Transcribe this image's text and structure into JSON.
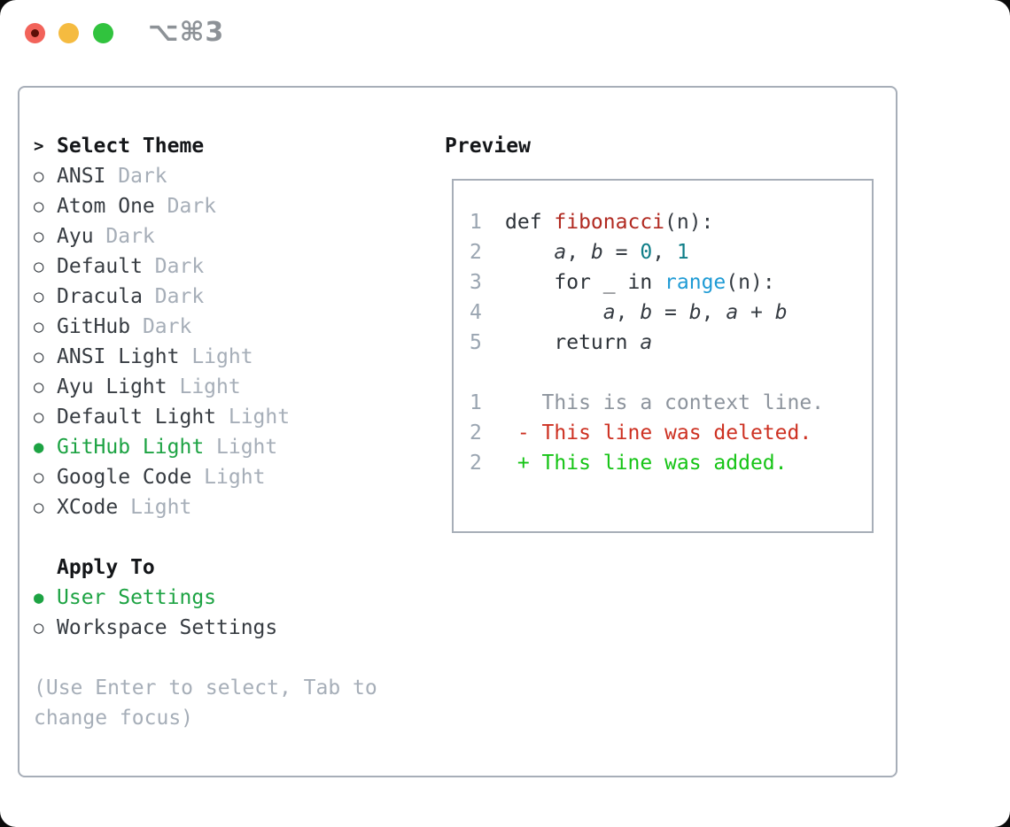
{
  "window": {
    "title": "⌥⌘3",
    "traffic_lights": [
      {
        "name": "close",
        "color": "#f2635a",
        "dot": "#5c1007"
      },
      {
        "name": "minimize",
        "color": "#f5bb40"
      },
      {
        "name": "zoom",
        "color": "#31c33e"
      }
    ]
  },
  "glyphs": {
    "prompt": ">",
    "selected_bullet": "●",
    "unselected_bullet": "○"
  },
  "theme_panel": {
    "header": "Select Theme",
    "themes": [
      {
        "name": "ANSI",
        "variant": "Dark",
        "selected": false
      },
      {
        "name": "Atom One",
        "variant": "Dark",
        "selected": false
      },
      {
        "name": "Ayu",
        "variant": "Dark",
        "selected": false
      },
      {
        "name": "Default",
        "variant": "Dark",
        "selected": false
      },
      {
        "name": "Dracula",
        "variant": "Dark",
        "selected": false
      },
      {
        "name": "GitHub",
        "variant": "Dark",
        "selected": false
      },
      {
        "name": "ANSI Light",
        "variant": "Light",
        "selected": false
      },
      {
        "name": "Ayu Light",
        "variant": "Light",
        "selected": false
      },
      {
        "name": "Default Light",
        "variant": "Light",
        "selected": false
      },
      {
        "name": "GitHub Light",
        "variant": "Light",
        "selected": true
      },
      {
        "name": "Google Code",
        "variant": "Light",
        "selected": false
      },
      {
        "name": "XCode",
        "variant": "Light",
        "selected": false
      }
    ],
    "apply_to": {
      "header": "Apply To",
      "options": [
        {
          "name": "User Settings",
          "selected": true
        },
        {
          "name": "Workspace Settings",
          "selected": false
        }
      ]
    },
    "hint": "(Use Enter to select, Tab to change focus)"
  },
  "preview": {
    "header": "Preview",
    "code_lines": [
      {
        "num": "1",
        "segs": [
          {
            "t": "def ",
            "c": "k"
          },
          {
            "t": "fibonacci",
            "c": "f"
          },
          {
            "t": "(n):",
            "c": "p"
          }
        ]
      },
      {
        "num": "2",
        "segs": [
          {
            "t": "    ",
            "c": "p"
          },
          {
            "t": "a",
            "c": "v"
          },
          {
            "t": ", ",
            "c": "p"
          },
          {
            "t": "b",
            "c": "v"
          },
          {
            "t": " = ",
            "c": "p"
          },
          {
            "t": "0",
            "c": "n"
          },
          {
            "t": ", ",
            "c": "p"
          },
          {
            "t": "1",
            "c": "n"
          }
        ]
      },
      {
        "num": "3",
        "segs": [
          {
            "t": "    ",
            "c": "p"
          },
          {
            "t": "for",
            "c": "k"
          },
          {
            "t": " _ ",
            "c": "p"
          },
          {
            "t": "in",
            "c": "k"
          },
          {
            "t": " ",
            "c": "p"
          },
          {
            "t": "range",
            "c": "b"
          },
          {
            "t": "(n):",
            "c": "p"
          }
        ]
      },
      {
        "num": "4",
        "segs": [
          {
            "t": "        ",
            "c": "p"
          },
          {
            "t": "a",
            "c": "v"
          },
          {
            "t": ", ",
            "c": "p"
          },
          {
            "t": "b",
            "c": "v"
          },
          {
            "t": " = ",
            "c": "p"
          },
          {
            "t": "b",
            "c": "v"
          },
          {
            "t": ", ",
            "c": "p"
          },
          {
            "t": "a",
            "c": "v"
          },
          {
            "t": " + ",
            "c": "p"
          },
          {
            "t": "b",
            "c": "v"
          }
        ]
      },
      {
        "num": "5",
        "segs": [
          {
            "t": "    ",
            "c": "p"
          },
          {
            "t": "return",
            "c": "k"
          },
          {
            "t": " ",
            "c": "p"
          },
          {
            "t": "a",
            "c": "v"
          }
        ]
      }
    ],
    "diff_lines": [
      {
        "num": "1",
        "segs": [
          {
            "t": "   This is a context line.",
            "c": "ctx"
          }
        ]
      },
      {
        "num": "2",
        "segs": [
          {
            "t": " - This line was deleted.",
            "c": "del"
          }
        ]
      },
      {
        "num": "2",
        "segs": [
          {
            "t": " + This line was added.",
            "c": "add"
          }
        ]
      }
    ]
  },
  "colors": {
    "header_text": "#141619",
    "item_text": "#373c42",
    "muted_gray": "#a6aeb8",
    "selected_green": "#1da343",
    "title_gray": "#8d9297",
    "border_gray": "#a7aeb8",
    "code_plain": "#353b42",
    "code_keyword": "#2c3238",
    "code_function_red": "#b12a21",
    "code_number_teal": "#0f7e88",
    "code_builtin_blue": "#1f9bd5",
    "line_number": "#9aa5b1",
    "diff_context": "#8d949d",
    "diff_deleted": "#cd3122",
    "diff_added": "#15c415"
  }
}
